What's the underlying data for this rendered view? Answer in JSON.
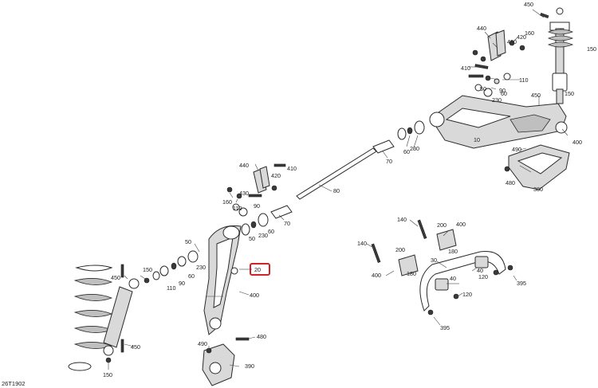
{
  "diagram_code": "26T1902",
  "highlighted_callout": "20",
  "highlight_color": "#d3232a",
  "callouts": {
    "c450_top": "450",
    "c150_top": "150",
    "c440_top": "440",
    "c420_top": "420",
    "c160_top": "160",
    "c430_top": "430",
    "c410_top": "410",
    "c90_top": "90",
    "c110_top": "110",
    "c60_top": "60",
    "c230_top": "230",
    "c50_top": "50",
    "c450_mid": "450",
    "c10": "10",
    "c400_top": "400",
    "c490_top": "490",
    "c70_top": "70",
    "c60_mid": "60",
    "c230_mid": "230",
    "c480_top": "480",
    "c380": "380",
    "c80": "80",
    "c440_left": "440",
    "c410_left": "410",
    "c420_left": "420",
    "c430_left": "430",
    "c160_left": "160",
    "c110_left": "110",
    "c90_left": "90",
    "c70_left": "70",
    "c60_left": "60",
    "c230_left": "230",
    "c50_left": "50",
    "c50_arm": "50",
    "c230_arm": "230",
    "c150_shock": "150",
    "c450_shock": "450",
    "c60_arm": "60",
    "c90_arm": "90",
    "c110_arm": "110",
    "c20": "20",
    "c400_arm": "400",
    "c480_knuckle": "480",
    "c490_knuckle": "490",
    "c450_low": "450",
    "c390": "390",
    "c150_low": "150",
    "c140_a": "140",
    "c200_a": "200",
    "c400_sway_a": "400",
    "c180_a": "180",
    "c140_b": "140",
    "c200_b": "200",
    "c180_b": "180",
    "c30": "30",
    "c400_sway_b": "400",
    "c40_a": "40",
    "c120_a": "120",
    "c395_a": "395",
    "c40_b": "40",
    "c120_b": "120",
    "c395_b": "395"
  }
}
